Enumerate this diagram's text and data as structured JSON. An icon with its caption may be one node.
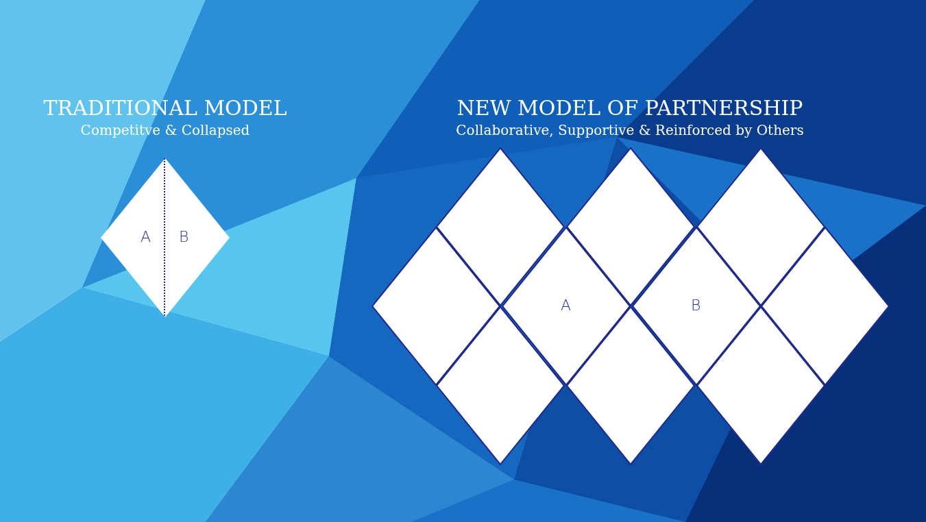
{
  "diagram": {
    "nodes": [
      {
        "text": [
          "A"
        ]
      },
      {
        "text": [
          "B"
        ]
      },
      {
        "text": [],
        "shape": "diamond"
      },
      {
        "text": [],
        "shape": "diamond"
      },
      {
        "text": [],
        "shape": "diamond"
      },
      {
        "text": [],
        "shape": "diamond"
      },
      {
        "text": [
          "A"
        ]
      },
      {
        "text": [
          "B"
        ]
      },
      {
        "text": [],
        "shape": "diamond"
      },
      {
        "text": [],
        "shape": "diamond"
      },
      {
        "text": [],
        "shape": "diamond"
      },
      {
        "text": [],
        "shape": "diamond"
      }
    ],
    "labels": [
      "TRADITIONAL MODEL",
      "Competitve & Collapsed",
      "NEW MODEL OF PARTNERSHIP",
      "Collaborative, Supportive & Reinforced by Others"
    ]
  }
}
